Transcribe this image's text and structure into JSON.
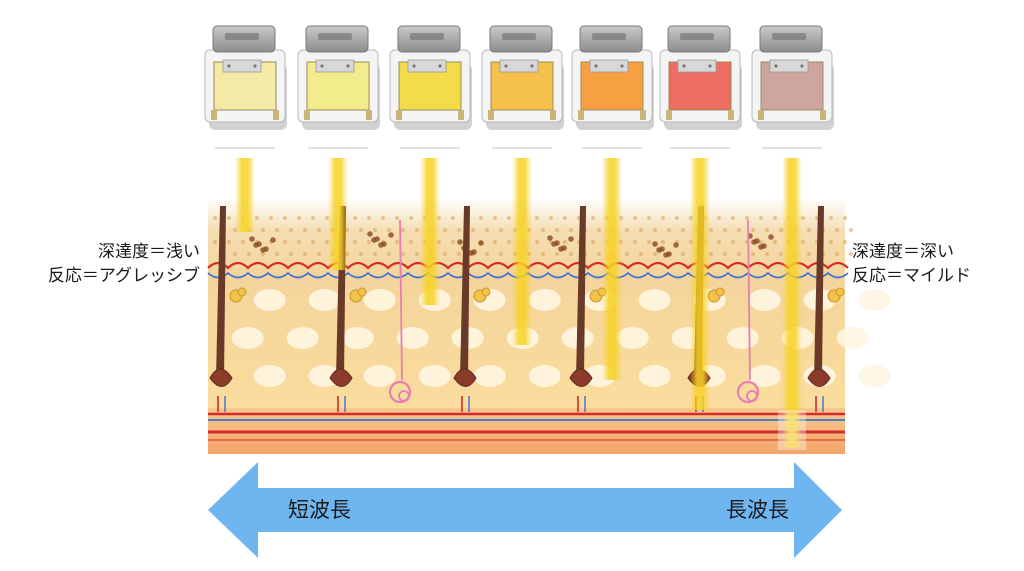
{
  "labels": {
    "left": {
      "depth": "深達度＝浅い",
      "reaction": "反応＝アグレッシブ"
    },
    "right": {
      "depth": "深達度＝深い",
      "reaction": "反応＝マイルド"
    }
  },
  "arrow": {
    "left_text": "短波長",
    "right_text": "長波長",
    "color": "#6fb5f0"
  },
  "filters": [
    {
      "id": "filter-1",
      "color": "#f2eaa6"
    },
    {
      "id": "filter-2",
      "color": "#f2ec8c"
    },
    {
      "id": "filter-3",
      "color": "#f3dc4a"
    },
    {
      "id": "filter-4",
      "color": "#f6c14a"
    },
    {
      "id": "filter-5",
      "color": "#f6a042"
    },
    {
      "id": "filter-6",
      "color": "#ee6d63"
    },
    {
      "id": "filter-7",
      "color": "#cfa5a0"
    }
  ],
  "colors": {
    "skin_top": "#f3d7a8",
    "skin_fat": "#fbe6b8",
    "light_beam": "#f6d224",
    "vessel_red": "#d42b2b",
    "vessel_blue": "#3b6fd6"
  }
}
